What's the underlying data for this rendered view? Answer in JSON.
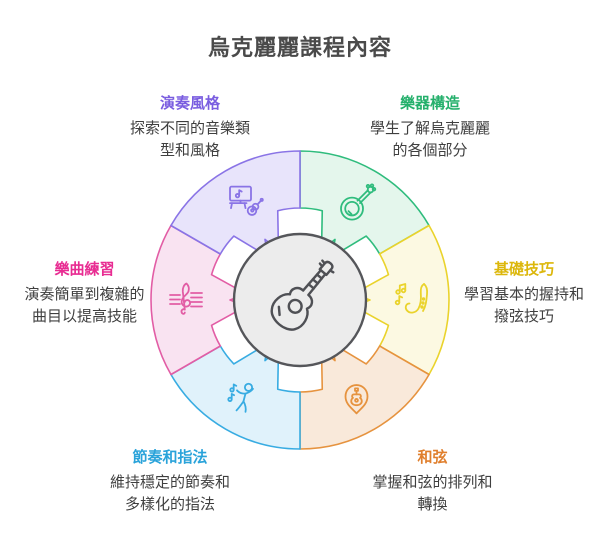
{
  "title": "烏克麗麗課程內容",
  "colors": {
    "title_text": "#4a4a4a",
    "desc_text": "#3f3f3f",
    "center_fill": "#ececec",
    "center_stroke": "#55565a",
    "center_icon": "#4f5055"
  },
  "center": {
    "icon": "ukulele-icon"
  },
  "segments": [
    {
      "id": "construction",
      "label": "樂器構造",
      "desc": [
        "學生了解烏克麗麗",
        "的各個部分"
      ],
      "stroke": "#2fbc7d",
      "fill": "#e4f6ec",
      "label_color": "#25b06c",
      "icon": "banjo-icon"
    },
    {
      "id": "basics",
      "label": "基礎技巧",
      "desc": [
        "學習基本的握持和",
        "撥弦技巧"
      ],
      "stroke": "#ead32c",
      "fill": "#fcf9e2",
      "label_color": "#dcb70b",
      "icon": "saxophone-icon"
    },
    {
      "id": "chords",
      "label": "和弦",
      "desc": [
        "掌握和弦的排列和",
        "轉換"
      ],
      "stroke": "#e6933f",
      "fill": "#f9e9da",
      "label_color": "#e07f2d",
      "icon": "guitar-pin-icon"
    },
    {
      "id": "rhythm",
      "label": "節奏和指法",
      "desc": [
        "維持穩定的節奏和",
        "多樣化的指法"
      ],
      "stroke": "#38ace2",
      "fill": "#e0f2fb",
      "label_color": "#2aa3da",
      "icon": "dancer-icon"
    },
    {
      "id": "practice",
      "label": "樂曲練習",
      "desc": [
        "演奏簡單到複雜的",
        "曲目以提高技能"
      ],
      "stroke": "#e25da5",
      "fill": "#f9e3f1",
      "label_color": "#e82c92",
      "icon": "treble-clef-icon"
    },
    {
      "id": "styles",
      "label": "演奏風格",
      "desc": [
        "探索不同的音樂類",
        "型和風格"
      ],
      "stroke": "#8a74e6",
      "fill": "#e8e4fb",
      "label_color": "#7a5de0",
      "icon": "music-screen-icon"
    }
  ]
}
